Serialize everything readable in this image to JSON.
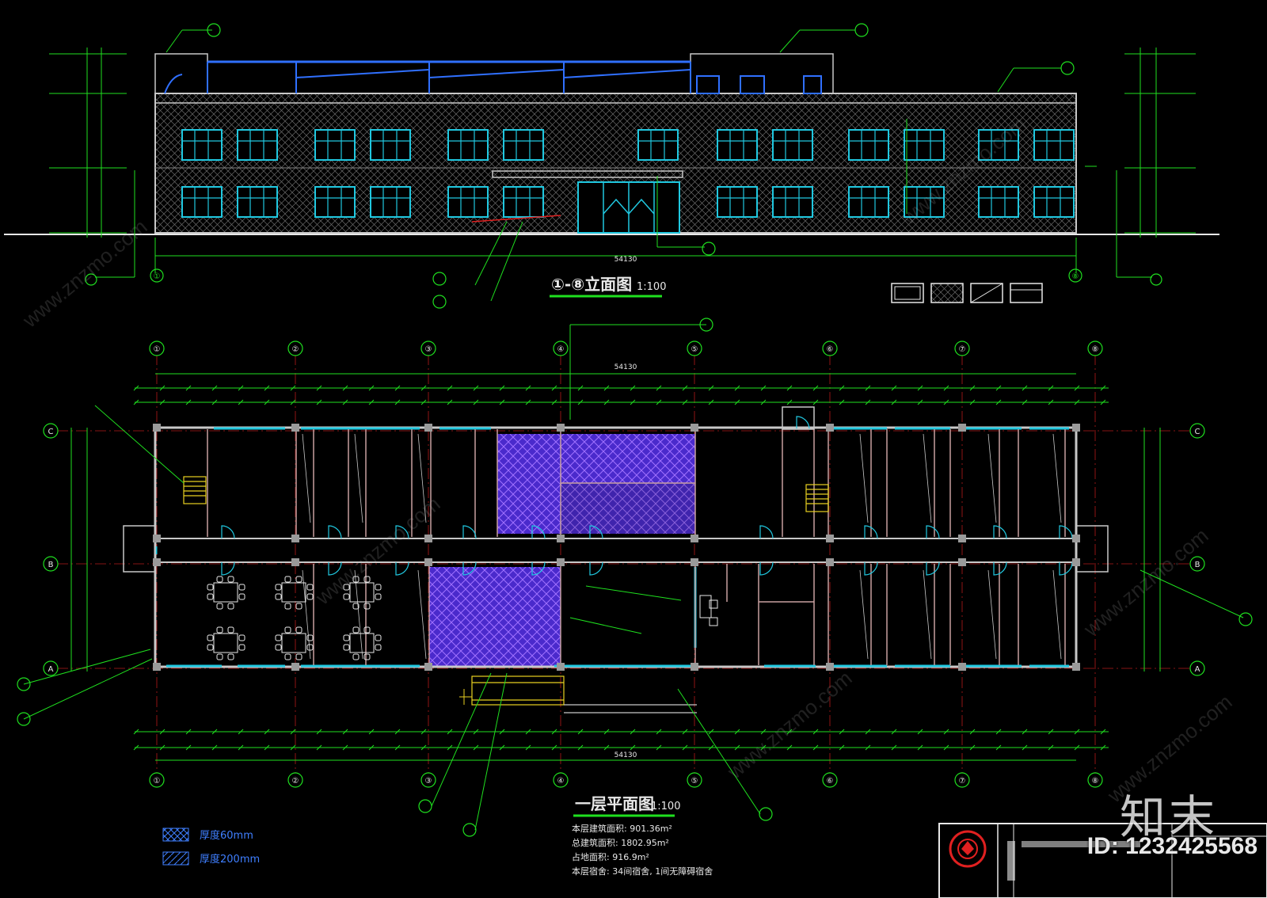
{
  "elevation": {
    "title": "①-⑧立面图",
    "scale": "1:100",
    "left_axis": "①",
    "right_axis": "⑧",
    "total_dim": "54130"
  },
  "plan": {
    "title": "一层平面图",
    "scale": "1:100",
    "axes_top": [
      "①",
      "②",
      "③",
      "④",
      "⑤",
      "⑥",
      "⑦",
      "⑧"
    ],
    "axes_side": [
      "C",
      "B",
      "A"
    ],
    "total_dim": "54130",
    "stats": [
      "本层建筑面积: 901.36m²",
      "总建筑面积: 1802.95m²",
      "占地面积: 916.9m²",
      "本层宿舍: 34间宿舍, 1间无障碍宿舍"
    ]
  },
  "legend": [
    {
      "label": "厚度60mm",
      "color": "#3f7fff"
    },
    {
      "label": "厚度200mm",
      "color": "#3f7fff"
    }
  ],
  "watermark": {
    "brand": "知末",
    "id": "ID: 1232425568",
    "repeat": "www.znzmo.com"
  },
  "colors": {
    "line": "#1fe01f",
    "wall": "#c8c8c8",
    "window": "#20c8e0",
    "hatch": "#8a3cff",
    "roof": "#3070ff",
    "text": "#e8e8e8",
    "red": "#e02020",
    "yellow": "#e8d020"
  }
}
